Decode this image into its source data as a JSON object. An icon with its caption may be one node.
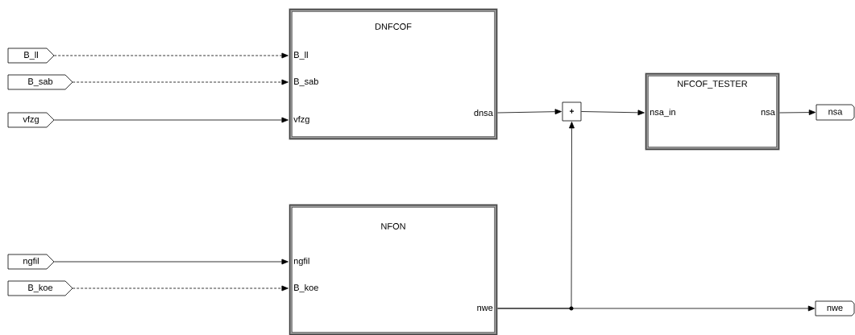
{
  "diagram": {
    "nodes": [
      {
        "text": [
          "B_ll"
        ]
      },
      {
        "text": [
          "B_sab"
        ]
      },
      {
        "text": [
          "vfzg"
        ]
      },
      {
        "text": [
          "ngfil"
        ]
      },
      {
        "text": [
          "B_koe"
        ]
      },
      {
        "text": [
          "DNFCOF",
          "B_ll",
          "B_sab",
          "vfzg",
          "dnsa"
        ]
      },
      {
        "text": [
          "NFON",
          "ngfil",
          "B_koe",
          "nwe"
        ]
      },
      {
        "text": [
          "+"
        ]
      },
      {
        "text": [
          "NFCOF_TESTER",
          "nsa_in",
          "nsa"
        ]
      },
      {
        "text": [
          "nsa"
        ]
      },
      {
        "text": [
          "nwe"
        ]
      }
    ],
    "edges": [
      {
        "from": 0,
        "to": 5,
        "arrow": "to",
        "style": "dashed"
      },
      {
        "from": 1,
        "to": 5,
        "arrow": "to",
        "style": "dashed"
      },
      {
        "from": 2,
        "to": 5,
        "arrow": "to"
      },
      {
        "from": 3,
        "to": 6,
        "arrow": "to"
      },
      {
        "from": 4,
        "to": 6,
        "arrow": "to",
        "style": "dashed"
      },
      {
        "from": 5,
        "to": 7,
        "arrow": "to"
      },
      {
        "from": 7,
        "to": 8,
        "arrow": "to"
      },
      {
        "from": 8,
        "to": 9,
        "arrow": "to"
      },
      {
        "from": 6,
        "to": 7,
        "arrow": "to"
      },
      {
        "from": 6,
        "to": 10,
        "arrow": "to"
      }
    ]
  }
}
